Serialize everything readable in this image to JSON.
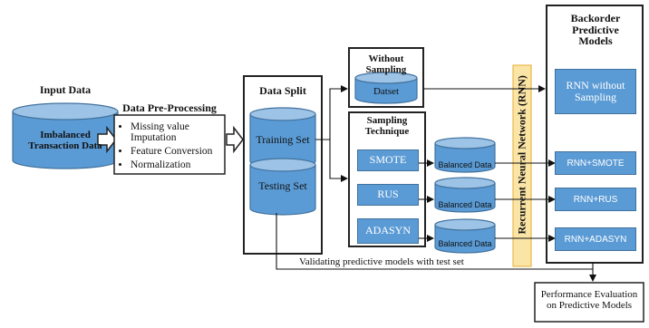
{
  "input": {
    "title": "Input Data",
    "cylinder_label": "Imbalanced Transaction Data"
  },
  "preprocessing": {
    "title": "Data Pre-Processing",
    "items": [
      "Missing value Imputation",
      "Feature Conversion",
      "Normalization"
    ]
  },
  "split": {
    "title": "Data Split",
    "training": "Training Set",
    "testing": "Testing Set"
  },
  "without_sampling": {
    "title": "Without Sampling",
    "dataset": "Datset"
  },
  "sampling": {
    "title": "Sampling Technique",
    "methods": [
      "SMOTE",
      "RUS",
      "ADASYN"
    ],
    "balanced": [
      "Balanced Data",
      "Balanced Data",
      "Balanced Data"
    ]
  },
  "rnn": {
    "label": "Recurrent Neural Network (RNN)"
  },
  "models": {
    "title": "Backorder Predictive Models",
    "items": [
      "RNN without Sampling",
      "RNN+SMOTE",
      "RNN+RUS",
      "RNN+ADASYN"
    ]
  },
  "validation_text": "Validating predictive models with test set",
  "evaluation": "Performance Evaluation on Predictive Models",
  "colors": {
    "box_fill": "#5b9bd5",
    "box_border": "#41719c",
    "rnn_fill": "#fbe5a6",
    "rnn_border": "#e8b84a"
  }
}
